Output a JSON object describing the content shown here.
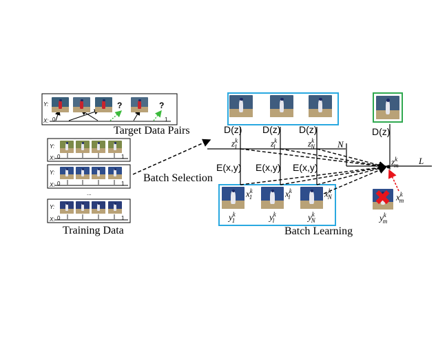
{
  "labels": {
    "target_data_pairs": "Target Data Pairs",
    "training_data": "Training Data",
    "batch_selection": "Batch Selection",
    "batch_learning": "Batch Learning",
    "y_axis": "Y:",
    "x_axis": "X:",
    "x_start": "0",
    "x_end": "1",
    "question": "?",
    "dots": "...",
    "decoder": "D(z)",
    "encoder": "E(x,y)",
    "N": "N",
    "L": "L"
  },
  "variables": {
    "z1": {
      "base": "z",
      "sub": "1",
      "sup": "k"
    },
    "zl": {
      "base": "z",
      "sub": "l",
      "sup": "k"
    },
    "zN": {
      "base": "z",
      "sub": "N",
      "sup": "k"
    },
    "zm": {
      "base": "z",
      "sub": "m",
      "sup": "k"
    },
    "x1": {
      "base": "x",
      "sub": "1",
      "sup": "k"
    },
    "xl": {
      "base": "x",
      "sub": "l",
      "sup": "k"
    },
    "xN": {
      "base": "x",
      "sub": "N",
      "sup": "k"
    },
    "xm": {
      "base": "x",
      "sub": "m",
      "sup": "k"
    },
    "y1": {
      "base": "y",
      "sub": "1",
      "sup": "k"
    },
    "yl": {
      "base": "y",
      "sub": "l",
      "sup": "k"
    },
    "yN": {
      "base": "y",
      "sub": "N",
      "sup": "k"
    },
    "ym": {
      "base": "y",
      "sub": "m",
      "sup": "k"
    }
  },
  "colors": {
    "batch_box": "#29a8e0",
    "target_box": "#2fa84f",
    "red_arrow": "#e8141b",
    "dotted_green": "#3cba3c",
    "red_cross": "#e8141b"
  }
}
